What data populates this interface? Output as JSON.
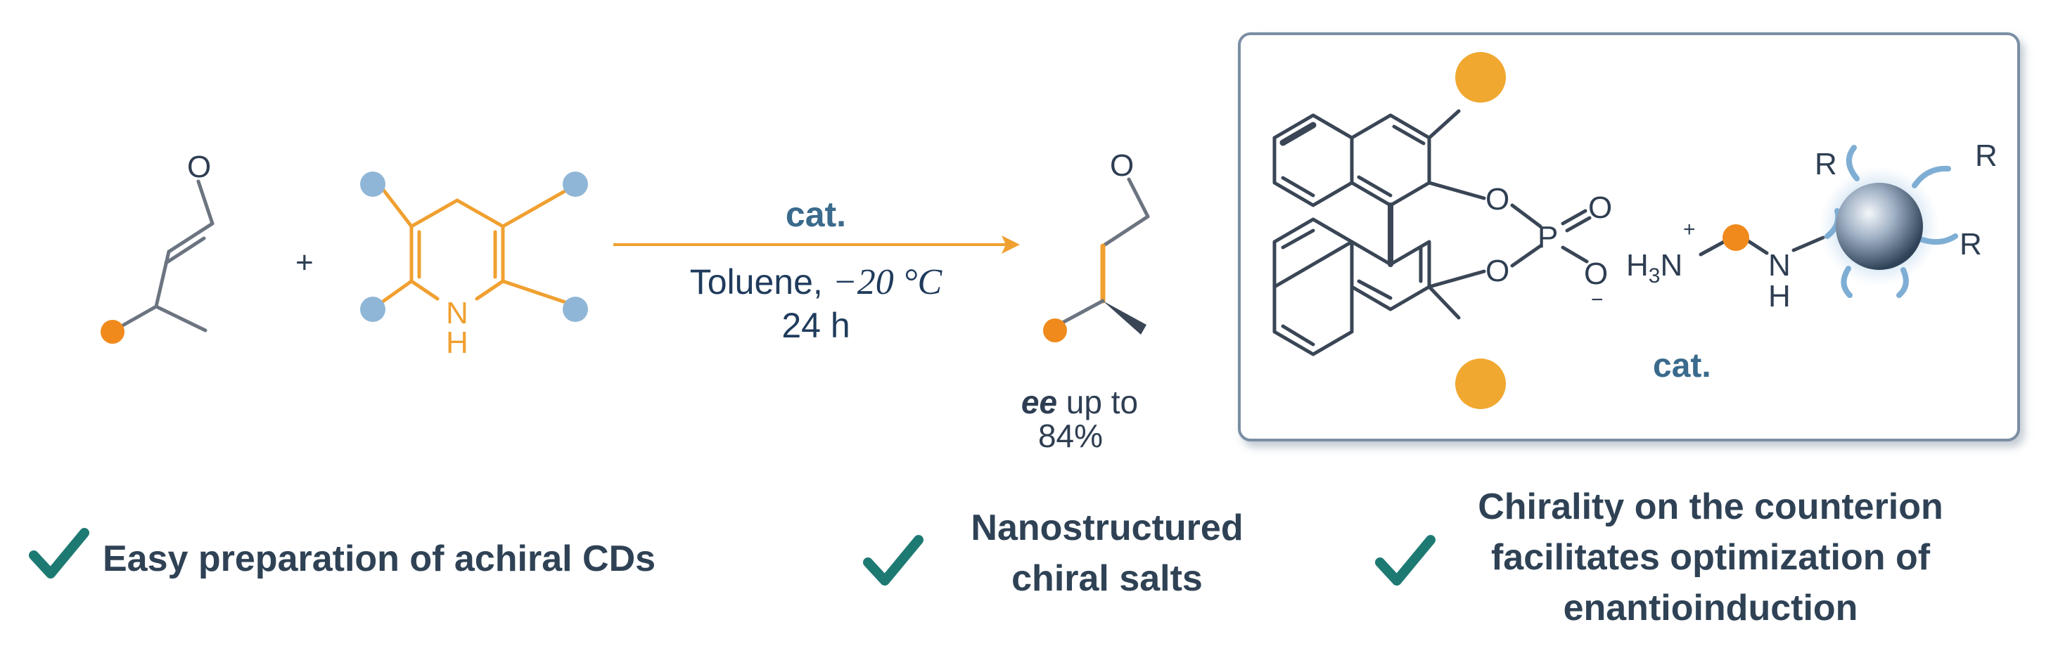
{
  "reaction": {
    "plus": "+",
    "enal": {
      "oxygen": "O"
    },
    "hantzsch": {
      "nitrogen": "N",
      "hydrogen": "H"
    },
    "arrow": {
      "above": "cat.",
      "solvent": "Toluene, ",
      "temperature": "−20 °C",
      "time": "24 h"
    },
    "product": {
      "oxygen": "O",
      "ee_label": "ee",
      "ee_text": " up to",
      "ee_value": "84%"
    }
  },
  "catalyst": {
    "oxygen_1": "O",
    "oxygen_2": "O",
    "oxygen_3": "O",
    "oxygen_4": "O",
    "phosphorus": "P",
    "minus": "−",
    "plus": "+",
    "amine_h3": "H",
    "amine_3": "3",
    "amine_n1": "N",
    "amine_n2": "N",
    "amine_h": "H",
    "r1": "R",
    "r2": "R",
    "r3": "R",
    "label": "cat."
  },
  "features": [
    {
      "lines": [
        "Easy preparation of achiral CDs"
      ]
    },
    {
      "lines": [
        "Nanostructured",
        "chiral salts"
      ]
    },
    {
      "lines": [
        "Chirality on the counterion",
        "facilitates optimization of",
        "enantioinduction"
      ]
    }
  ],
  "colors": {
    "orange": "#f0a030",
    "orange_dot": "#f08a1c",
    "blue_dot": "#8fb6d6",
    "bond": "#6b7480",
    "dark_text": "#1f3b5c",
    "cat_blue": "#3a6a8c",
    "check_teal": "#1d7a73",
    "box_border": "#7a8ea3"
  },
  "icons": {
    "check": "check-icon"
  }
}
